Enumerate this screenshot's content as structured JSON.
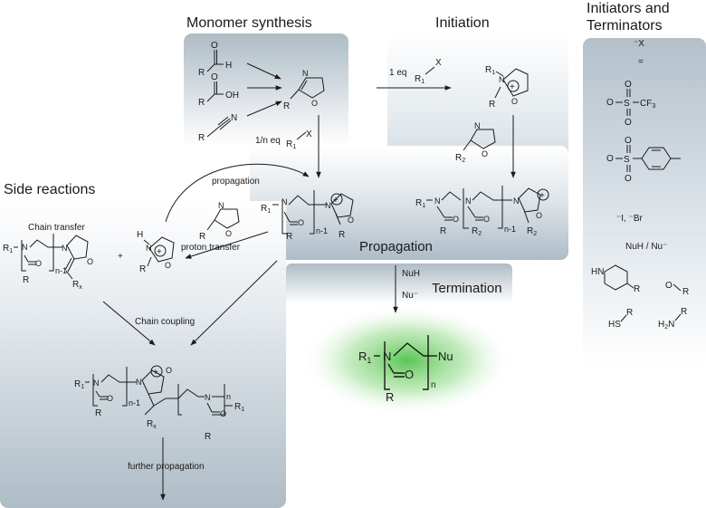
{
  "headings": {
    "monomer_synthesis": "Monomer synthesis",
    "initiation": "Initiation",
    "initiators_terminators": "Initiators and\nTerminators",
    "side_reactions": "Side reactions",
    "propagation": "Propagation",
    "termination": "Termination"
  },
  "labels": {
    "one_eq": "1 eq",
    "one_n_eq": "1/n eq",
    "propagation_arrow": "propagation",
    "chain_transfer": "Chain transfer",
    "proton_transfer": "proton transfer",
    "chain_coupling": "Chain coupling",
    "further_propagation": "further propagation",
    "nuh": "NuH",
    "nu_minus": "Nu⁻",
    "nuh_nu": "NuH / Nu⁻",
    "plus": "+",
    "equals": "=",
    "x_minus": "⁻X",
    "iodide_bromide": "⁻I, ⁻Br"
  },
  "colors": {
    "panel": "#aebcc6",
    "panel_light": "#e9eef2",
    "glow": "#3dbb35"
  }
}
